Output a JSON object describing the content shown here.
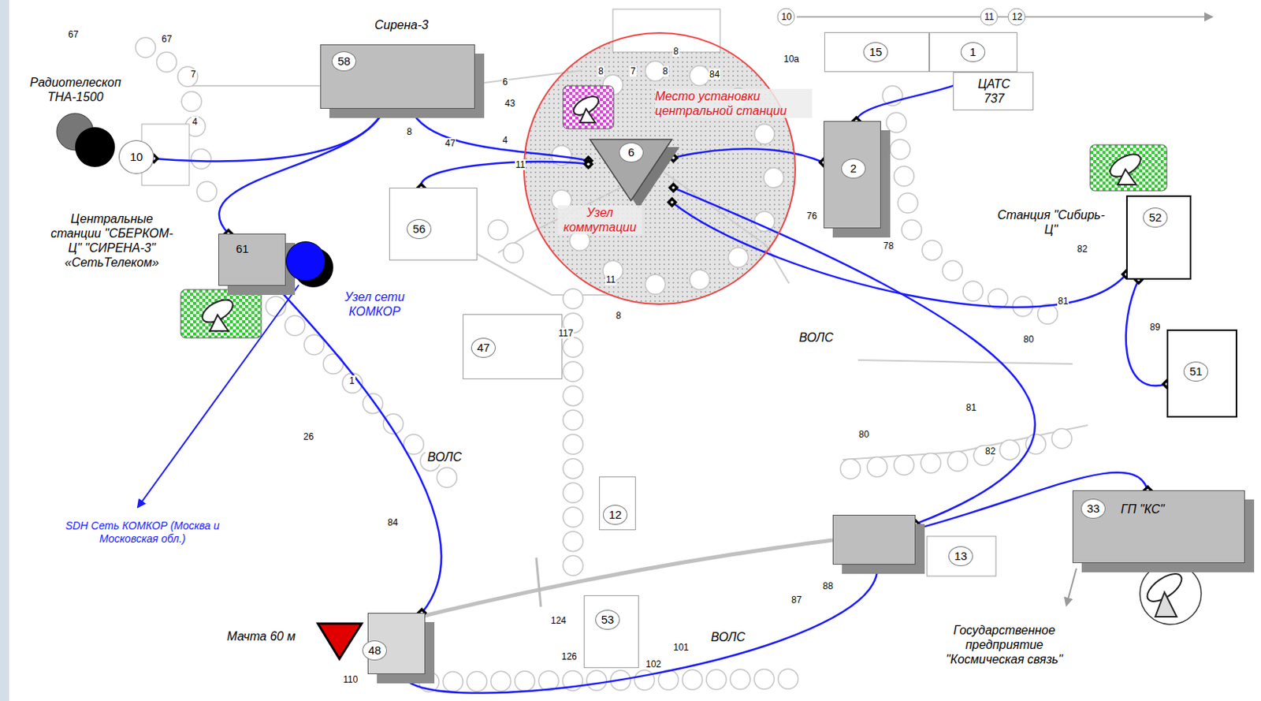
{
  "diagram": {
    "nodes": [
      {
        "text": [
          "Место установки центральной станции"
        ]
      },
      {
        "text": [
          "6",
          "Узел коммутации"
        ],
        "in": 0
      },
      {
        "text": [
          "Сирена-3",
          "58"
        ]
      },
      {
        "text": [
          "Радиотелескоп ТНА-1500",
          "10"
        ]
      },
      {
        "text": [
          "15"
        ]
      },
      {
        "text": [
          "1"
        ]
      },
      {
        "text": [
          "ЦАТС 737"
        ]
      },
      {
        "text": [
          "2"
        ]
      },
      {
        "text": [
          "56"
        ]
      },
      {
        "text": [
          "Центральные станции \"СБЕРКОМ-Ц\" \"СИРЕНА-3\" «СетьТелеком»",
          "61"
        ]
      },
      {
        "text": [
          "Узел сети КОМКОР"
        ]
      },
      {
        "text": [
          "47"
        ]
      },
      {
        "text": [
          "Станция \"Сибирь-Ц\"",
          "52"
        ]
      },
      {
        "text": [
          "51"
        ]
      },
      {
        "text": [
          "12"
        ]
      },
      {
        "text": [
          "53"
        ]
      },
      {
        "text": [
          "48",
          "Мачта 60 м"
        ]
      },
      {
        "text": [
          "13"
        ]
      },
      {
        "text": [
          "33",
          "ГП \"КС\"",
          "Государственное предприятие \"Космическая связь\""
        ]
      }
    ],
    "edges": [
      {
        "from": 3,
        "to": 2,
        "arrow": "none"
      },
      {
        "from": 2,
        "to": 9,
        "arrow": "none"
      },
      {
        "from": 2,
        "to": 1,
        "arrow": "none"
      },
      {
        "from": 8,
        "to": 1,
        "arrow": "none"
      },
      {
        "from": 1,
        "to": 7,
        "arrow": "none"
      },
      {
        "from": 5,
        "to": 7,
        "arrow": "none"
      },
      {
        "from": 1,
        "to": 12,
        "arrow": "none"
      },
      {
        "from": 1,
        "to": 17,
        "arrow": "none"
      },
      {
        "from": 17,
        "to": 18,
        "arrow": "none"
      },
      {
        "from": 12,
        "to": 13,
        "arrow": "none"
      },
      {
        "from": 9,
        "to": 16,
        "arrow": "none"
      },
      {
        "from": 16,
        "to": 17,
        "arrow": "none"
      }
    ],
    "labels": [
      "67",
      "67",
      "7",
      "4",
      "6",
      "43",
      "8",
      "47",
      "4",
      "11",
      "8",
      "8",
      "7",
      "8",
      "84",
      "10",
      "11",
      "12",
      "10а",
      "76",
      "78",
      "ВОЛС",
      "82",
      "81",
      "80",
      "89",
      "81",
      "80",
      "82",
      "ВОЛС",
      "26",
      "1",
      "84",
      "110",
      "87",
      "88",
      "ВОЛС",
      "8",
      "11",
      "117",
      "124",
      "126",
      "101",
      "102",
      "SDH Сеть КОМКОР (Москва и Московская обл.)"
    ]
  }
}
